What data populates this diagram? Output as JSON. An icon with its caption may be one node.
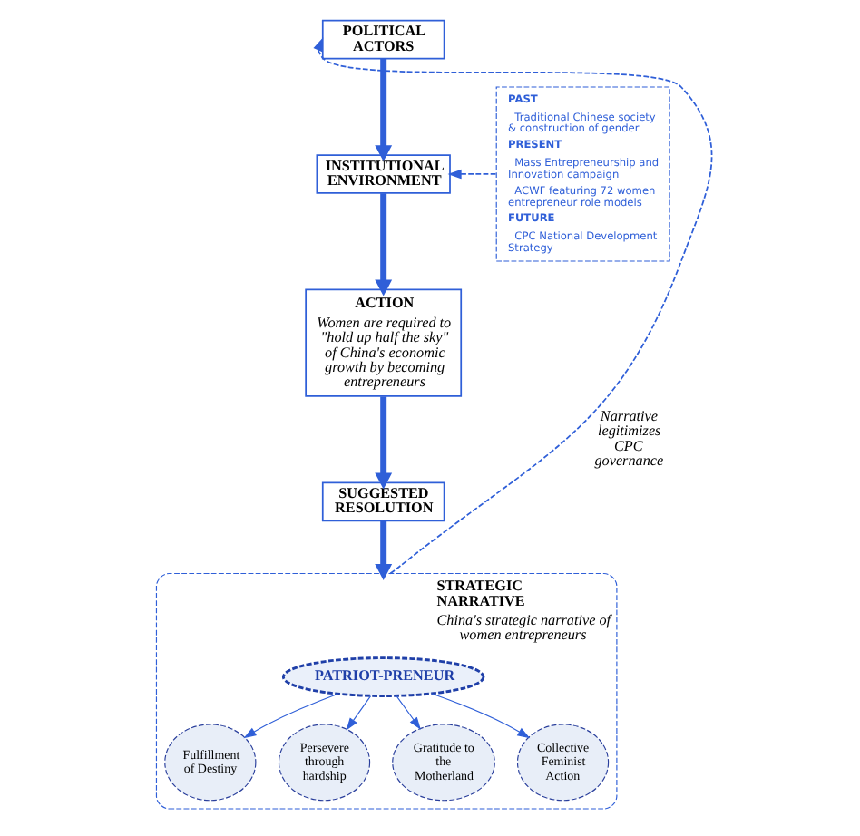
{
  "diagram": {
    "nodes": [
      {
        "text": [
          "POLITICAL ACTORS"
        ]
      },
      {
        "text": [
          "INSTITUTIONAL ENVIRONMENT"
        ]
      },
      {
        "text": [
          "ACTION",
          "Women are required to \"hold up half the sky\" of China's economic growth by becoming entrepreneurs"
        ]
      },
      {
        "text": [
          "SUGGESTED RESOLUTION"
        ]
      },
      {
        "text": [
          "STRATEGIC NARRATIVE",
          "China's strategic narrative of women entrepreneurs"
        ]
      },
      {
        "text": [
          "PATRIOT-PRENEUR"
        ],
        "in": 4
      },
      {
        "text": [
          "Fulfillment of Destiny"
        ],
        "in": 4
      },
      {
        "text": [
          "Persevere through hardship"
        ],
        "in": 4
      },
      {
        "text": [
          "Gratitude to the Motherland"
        ],
        "in": 4
      },
      {
        "text": [
          "Collective Feminist Action"
        ],
        "in": 4
      },
      {
        "text": [
          "PAST",
          "Traditional Chinese society & construction of gender",
          "PRESENT",
          "Mass Entrepreneurship and Innovation campaign",
          "ACWF featuring 72 women entrepreneur role models",
          "FUTURE",
          "CPC National Development Strategy"
        ]
      }
    ],
    "edges": [
      {
        "from": 0,
        "to": 1,
        "arrow": "to",
        "style": "thick"
      },
      {
        "from": 1,
        "to": 2,
        "arrow": "to",
        "style": "thick"
      },
      {
        "from": 2,
        "to": 3,
        "arrow": "to",
        "style": "thick"
      },
      {
        "from": 3,
        "to": 4,
        "arrow": "to",
        "style": "thick"
      },
      {
        "from": 10,
        "to": 1,
        "arrow": "to",
        "style": "dashed"
      },
      {
        "from": 4,
        "to": 0,
        "arrow": "to",
        "style": "dashed",
        "label": "Narrative legitimizes CPC governance"
      },
      {
        "from": 5,
        "to": 6,
        "arrow": "to"
      },
      {
        "from": 5,
        "to": 7,
        "arrow": "to"
      },
      {
        "from": 5,
        "to": 8,
        "arrow": "to"
      },
      {
        "from": 5,
        "to": 9,
        "arrow": "to"
      }
    ]
  }
}
